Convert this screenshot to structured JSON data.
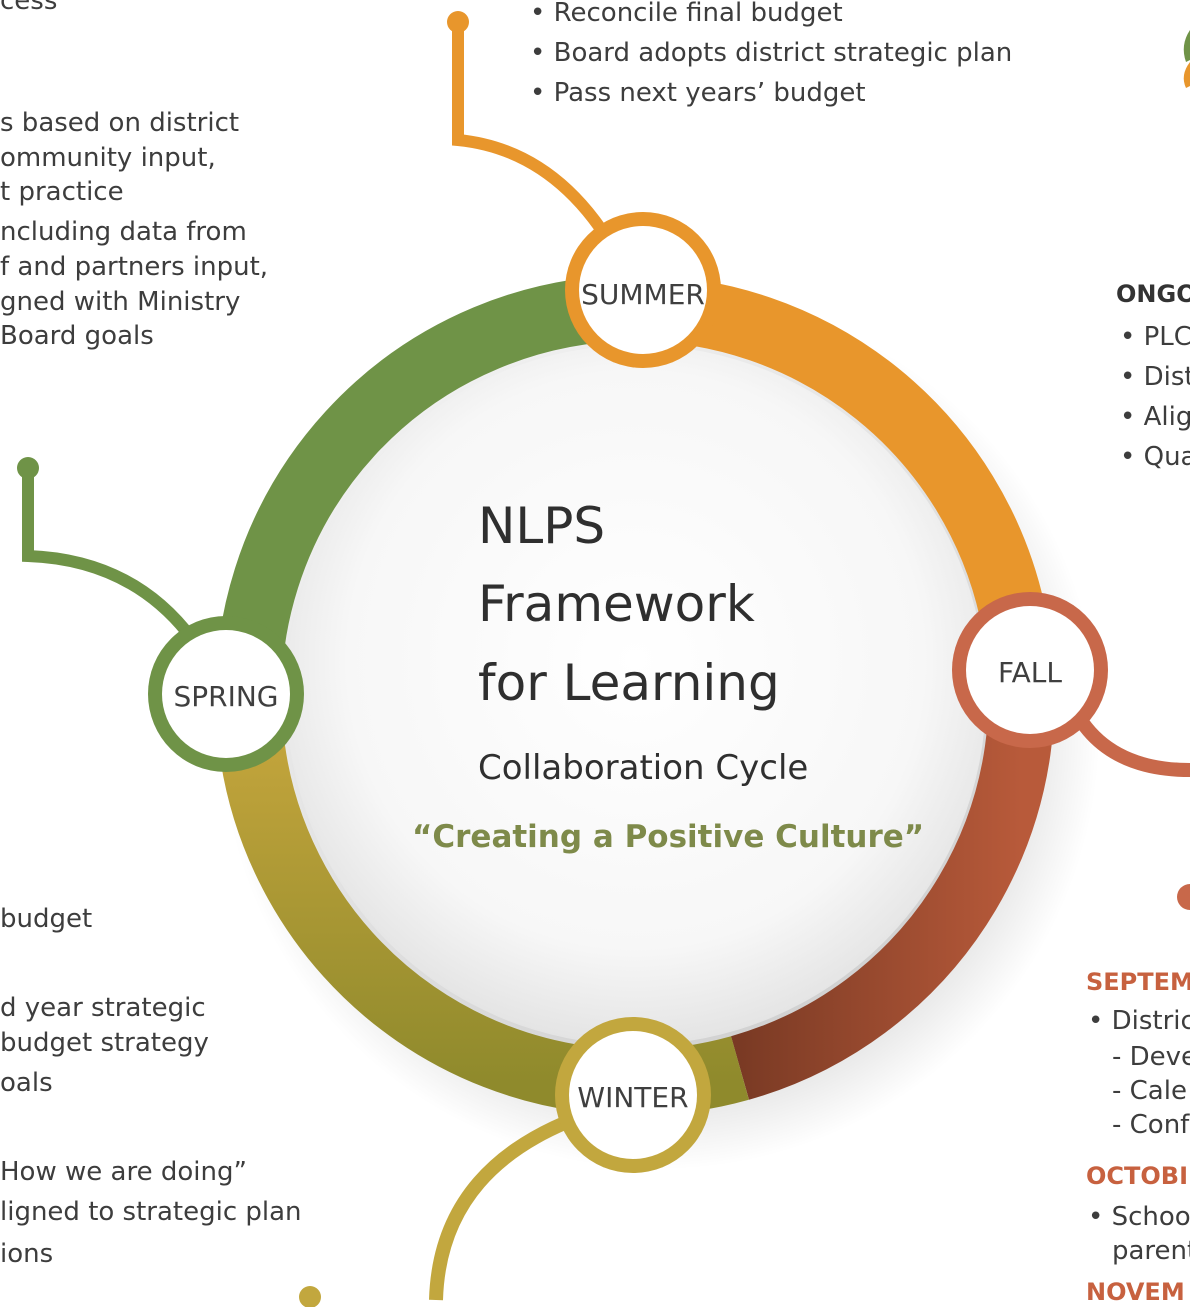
{
  "colors": {
    "summer": "#E8962C",
    "fall": "#C8684A",
    "winter": "#C2A73E",
    "spring": "#6F9347",
    "winter_fall_dark": "#7A3A24",
    "tagline": "#7E8A4A",
    "september_heading": "#C7613F",
    "ongoing_heading": "#333333"
  },
  "center": {
    "title_line1": "NLPS",
    "title_line2": "Framework",
    "title_line3": "for Learning",
    "subtitle": "Collaboration Cycle",
    "tagline": "“Creating a Positive Culture”"
  },
  "seasons": {
    "summer": "SUMMER",
    "fall": "FALL",
    "winter": "WINTER",
    "spring": "SPRING"
  },
  "summer_items": [
    "• Reconcile final budget",
    "• Board adopts district strategic plan",
    "• Pass next years’ budget"
  ],
  "left_top_fragment": "cess",
  "left_mid_lines": [
    "s based on district",
    "ommunity input,",
    "t practice",
    "ncluding data from",
    "f and partners input,",
    "gned with Ministry",
    " Board goals"
  ],
  "left_bottom_lines": [
    "budget",
    "d year strategic",
    "budget strategy",
    "oals",
    "How we are doing”",
    "ligned to strategic plan",
    "ions"
  ],
  "ongoing": {
    "heading": "ONGO",
    "items": [
      "• PLC",
      "• Dist",
      "• Alig",
      "• Qua"
    ]
  },
  "september": {
    "heading": "SEPTEM",
    "items": [
      "• Distric",
      "- Deve",
      "- Cale",
      "- Conf"
    ]
  },
  "october": {
    "heading": "OCTOBI",
    "items": [
      "• Schoo",
      "parent"
    ]
  },
  "november": {
    "heading": "NOVEM"
  }
}
